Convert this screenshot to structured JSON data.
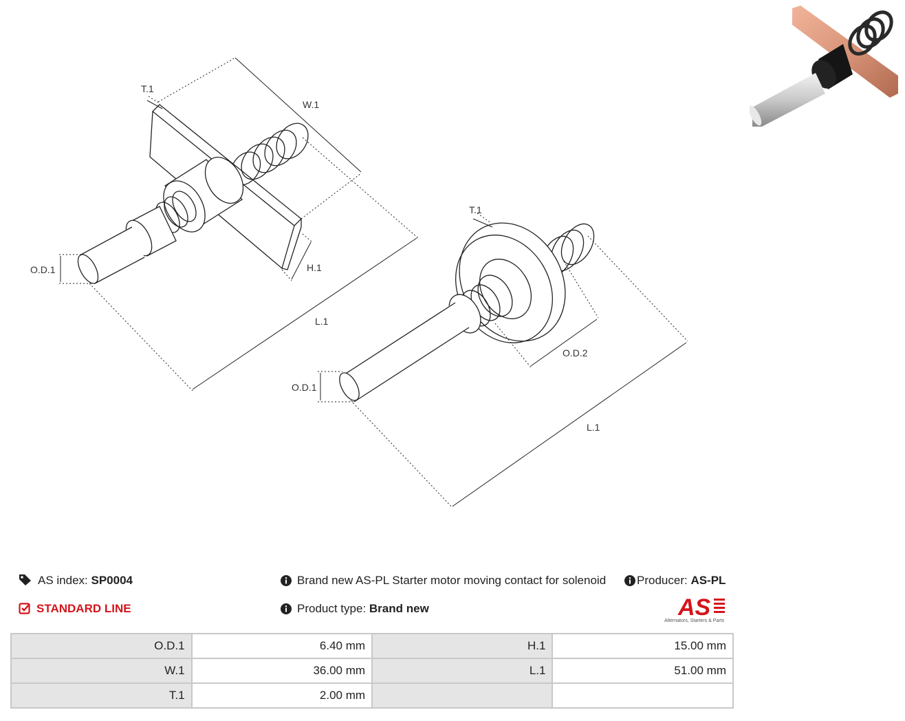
{
  "drawing": {
    "part1_labels": {
      "t1": "T.1",
      "w1": "W.1",
      "od1": "O.D.1",
      "h1": "H.1",
      "l1": "L.1"
    },
    "part2_labels": {
      "t1": "T.1",
      "od1": "O.D.1",
      "od2": "O.D.2",
      "l1": "L.1"
    }
  },
  "info": {
    "as_index_label": "AS index:",
    "as_index_value": "SP0004",
    "line_label": "STANDARD LINE",
    "description": "Brand new AS-PL Starter motor moving contact for solenoid",
    "product_type_label": "Product type:",
    "product_type_value": "Brand new",
    "producer_label": "Producer:",
    "producer_value": "AS-PL"
  },
  "logo": {
    "text": "AS",
    "tagline": "Alternators, Starters & Parts"
  },
  "specs": [
    [
      {
        "label": "O.D.1",
        "value": "6.40 mm"
      },
      {
        "label": "H.1",
        "value": "15.00 mm"
      }
    ],
    [
      {
        "label": "W.1",
        "value": "36.00 mm"
      },
      {
        "label": "L.1",
        "value": "51.00 mm"
      }
    ],
    [
      {
        "label": "T.1",
        "value": "2.00 mm"
      },
      {
        "label": "",
        "value": ""
      }
    ]
  ],
  "colors": {
    "accent_red": "#d4141b",
    "label_bg": "#e5e5e5",
    "copper": "#d9957a"
  },
  "icons": [
    "tags-icon",
    "check-square-icon",
    "info-circle-icon",
    "product-photo"
  ]
}
